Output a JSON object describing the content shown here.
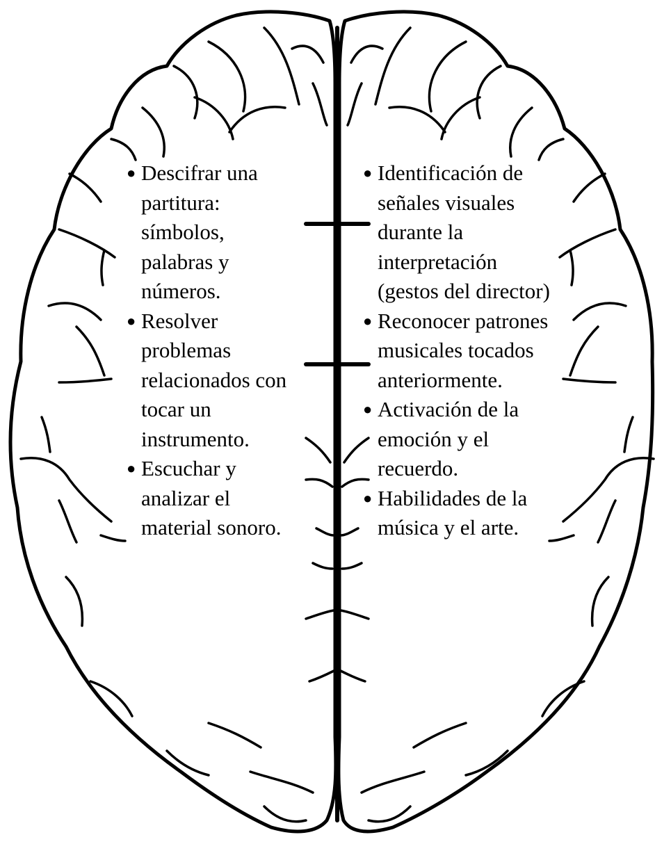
{
  "left_hemisphere": {
    "items": [
      {
        "text": "Descifrar una partitura: símbolos, palabras y números."
      },
      {
        "text": "Resolver problemas relacionados con tocar un instrumento."
      },
      {
        "text": "Escuchar y analizar el material sonoro."
      }
    ]
  },
  "right_hemisphere": {
    "items": [
      {
        "text": "Identificación de señales visuales durante la interpretación (gestos del director)"
      },
      {
        "text": "Reconocer patrones musicales tocados anteriormente."
      },
      {
        "text": "Activación de la emoción y el recuerdo."
      },
      {
        "text": "Habilidades de la música y el arte."
      }
    ]
  },
  "colors": {
    "outline": "#000000",
    "background": "#ffffff"
  }
}
